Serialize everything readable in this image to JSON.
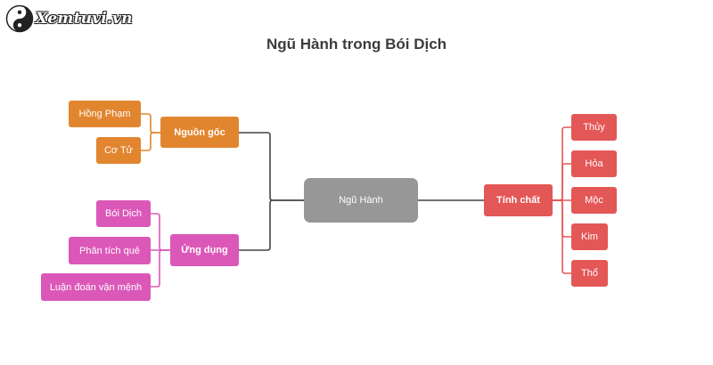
{
  "logo": {
    "icon": "yin-yang-icon",
    "text": "Xemtuvi.vn"
  },
  "title": "Ngũ Hành trong Bói Dịch",
  "colors": {
    "root": "#979797",
    "nguon_goc": "#e2852f",
    "ung_dung": "#db58b8",
    "tinh_chat": "#e45757",
    "connector": "#444444"
  },
  "mindmap": {
    "root": "Ngũ Hành",
    "branches": [
      {
        "label": "Nguồn gốc",
        "children": [
          "Hồng Phạm",
          "Cơ Tử"
        ]
      },
      {
        "label": "Ứng dụng",
        "children": [
          "Bói Dịch",
          "Phân tích quẻ",
          "Luận đoán vận mệnh"
        ]
      },
      {
        "label": "Tính chất",
        "children": [
          "Thủy",
          "Hỏa",
          "Mộc",
          "Kim",
          "Thổ"
        ]
      }
    ]
  }
}
